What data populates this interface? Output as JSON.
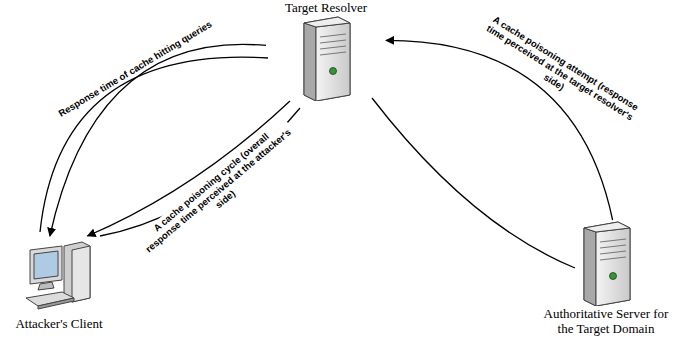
{
  "diagram": {
    "nodes": [
      {
        "text": [
          "Target Resolver"
        ]
      },
      {
        "text": [
          "Attacker's Client"
        ]
      },
      {
        "text": [
          "Authoritative Server for the Target Domain"
        ]
      }
    ],
    "edges": [
      {
        "from": 0,
        "to": 1,
        "arrow": "to",
        "label": "Response time of cache hitting queries"
      },
      {
        "from": 0,
        "to": 1,
        "arrow": "to",
        "label": "A cache poisoning cycle (overall response time perceived at the attacker's side)"
      },
      {
        "from": 2,
        "to": 0,
        "arrow": "to",
        "label": "A cache poisoning attempt (response time perceived at the target resolver's side)"
      }
    ]
  }
}
